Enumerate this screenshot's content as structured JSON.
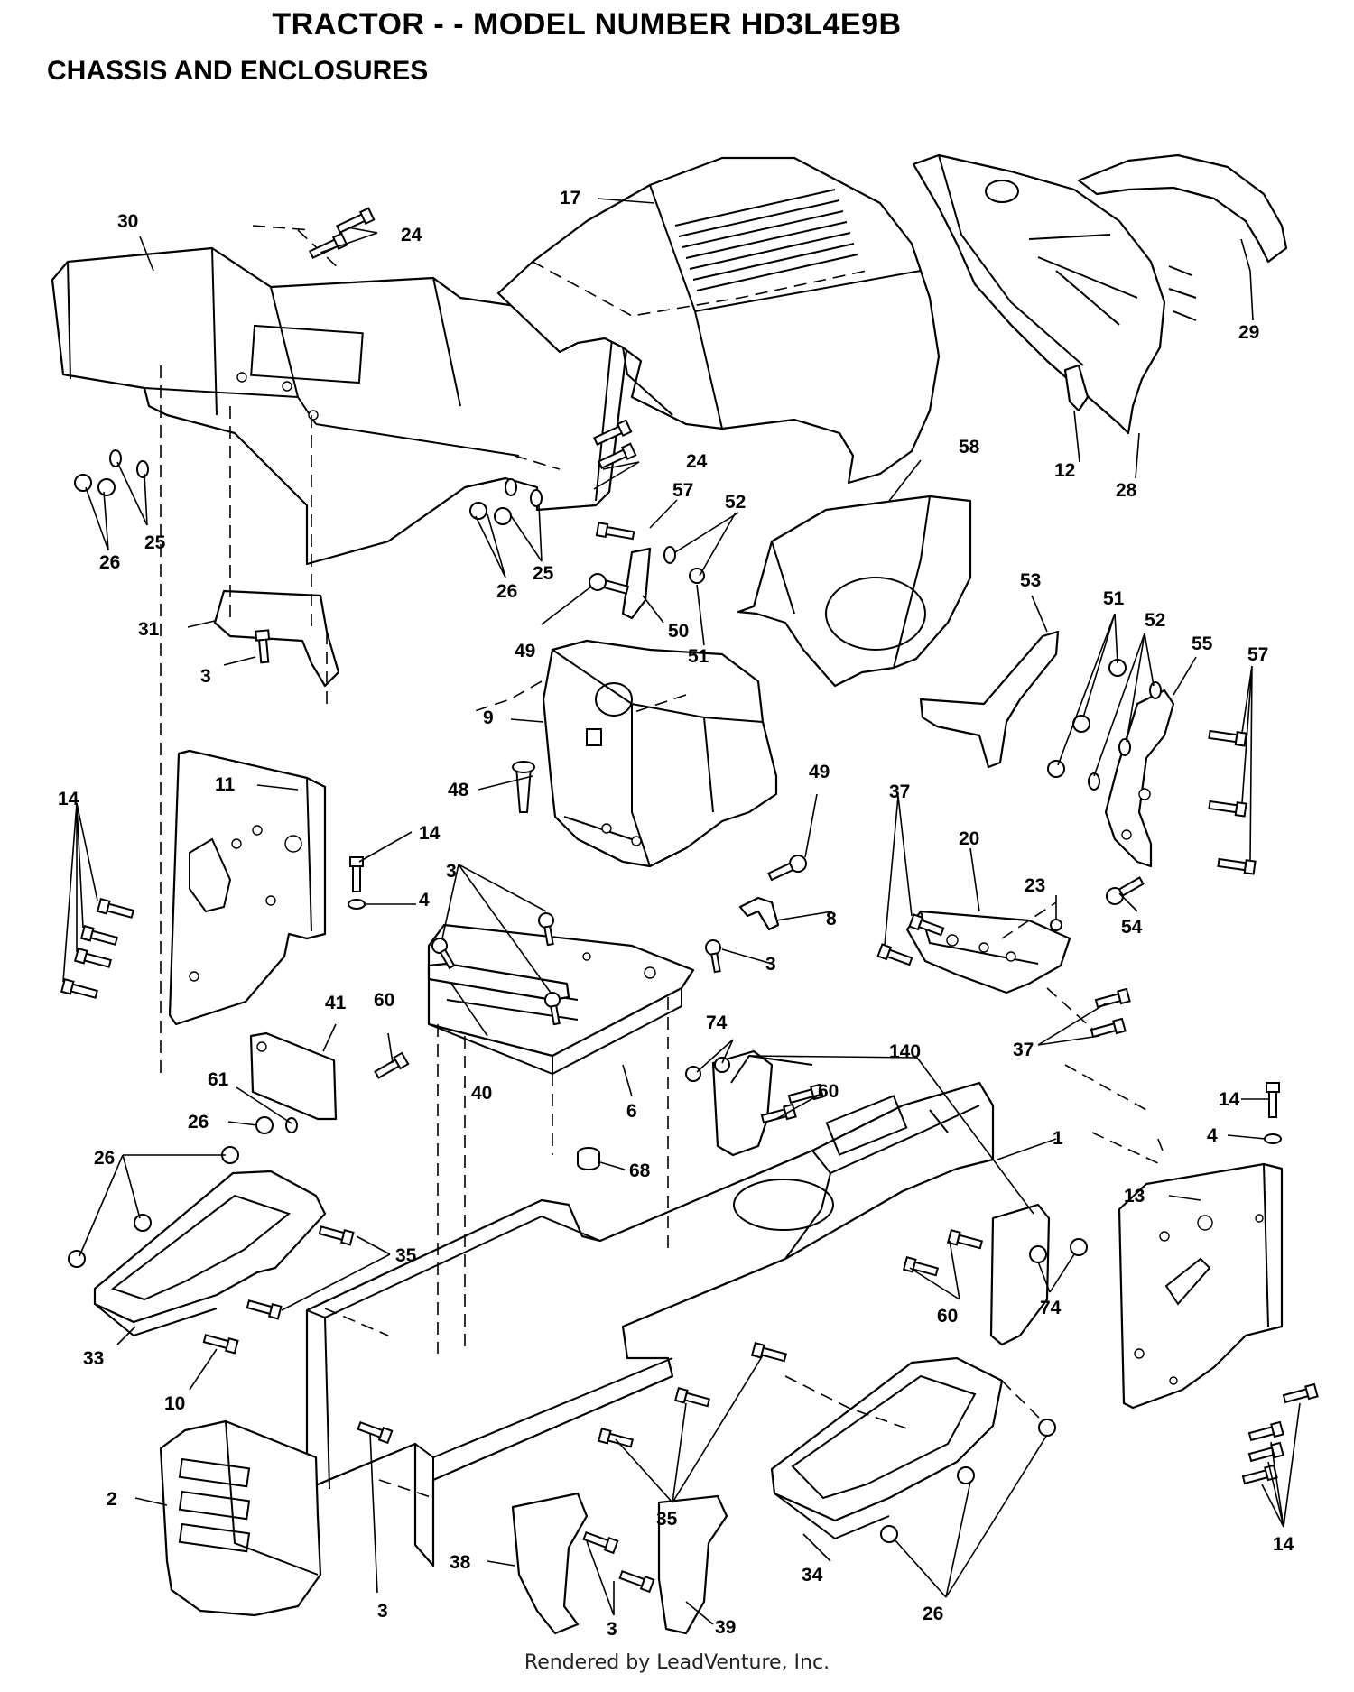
{
  "header": {
    "title": "TRACTOR - - MODEL NUMBER HD3L4E9B",
    "subtitle": "CHASSIS AND ENCLOSURES"
  },
  "footer": {
    "text": "Rendered by LeadVenture, Inc."
  },
  "callouts": {
    "c17": "17",
    "c30": "30",
    "c24a": "24",
    "c24b": "24",
    "c29": "29",
    "c12": "12",
    "c28": "28",
    "c58": "58",
    "c57a": "57",
    "c52a": "52",
    "c25a": "25",
    "c26a": "26",
    "c25b": "25",
    "c26b": "26",
    "c31": "31",
    "c3a": "3",
    "c49a": "49",
    "c50": "50",
    "c51a": "51",
    "c53": "53",
    "c51b": "51",
    "c52b": "52",
    "c55": "55",
    "c57b": "57",
    "c9": "9",
    "c11": "11",
    "c14a": "14",
    "c14b": "14",
    "c4a": "4",
    "c48": "48",
    "c49b": "49",
    "c3b": "3",
    "c37a": "37",
    "c20": "20",
    "c23": "23",
    "c54": "54",
    "c8": "8",
    "c3c": "3",
    "c37b": "37",
    "c41": "41",
    "c60a": "60",
    "c61": "61",
    "c26c": "26",
    "c40": "40",
    "c6": "6",
    "c74a": "74",
    "c140": "140",
    "c60b": "60",
    "c1": "1",
    "c14c": "14",
    "c4b": "4",
    "c13": "13",
    "c68": "68",
    "c26d": "26",
    "c35a": "35",
    "c60c": "60",
    "c74b": "74",
    "c33": "33",
    "c10": "10",
    "c2": "2",
    "c35b": "35",
    "c34": "34",
    "c14d": "14",
    "c38": "38",
    "c3d": "3",
    "c3e": "3",
    "c39": "39",
    "c26e": "26"
  }
}
